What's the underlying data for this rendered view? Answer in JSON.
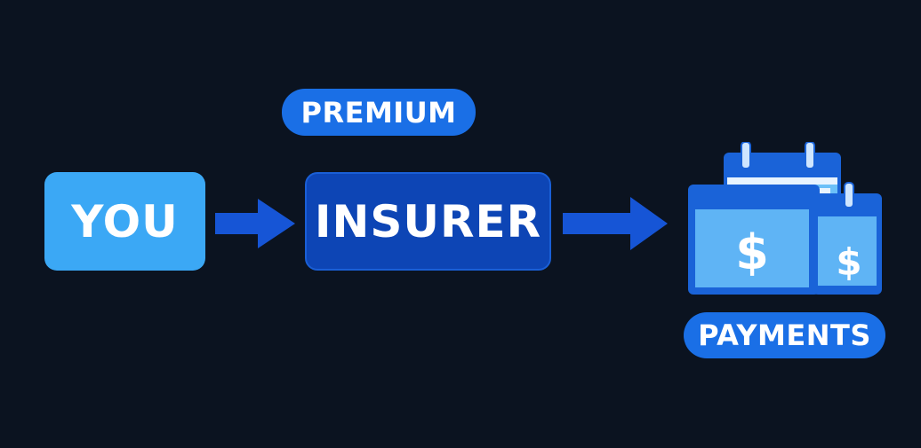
{
  "nodes": {
    "you": {
      "label": "YOU"
    },
    "insurer": {
      "label": "INSURER"
    }
  },
  "labels": {
    "premium": "PREMIUM",
    "payments": "PAYMENTS"
  },
  "icons": {
    "arrow_1": "arrow-right-icon",
    "arrow_2": "arrow-right-icon",
    "payments_calendar": "calendar-dollar-icon"
  },
  "colors": {
    "background": "#0b1320",
    "you_fill": "#3ba8f5",
    "insurer_fill": "#0d45b5",
    "pill_fill": "#1a6fe6",
    "arrow_fill": "#1655d6"
  }
}
